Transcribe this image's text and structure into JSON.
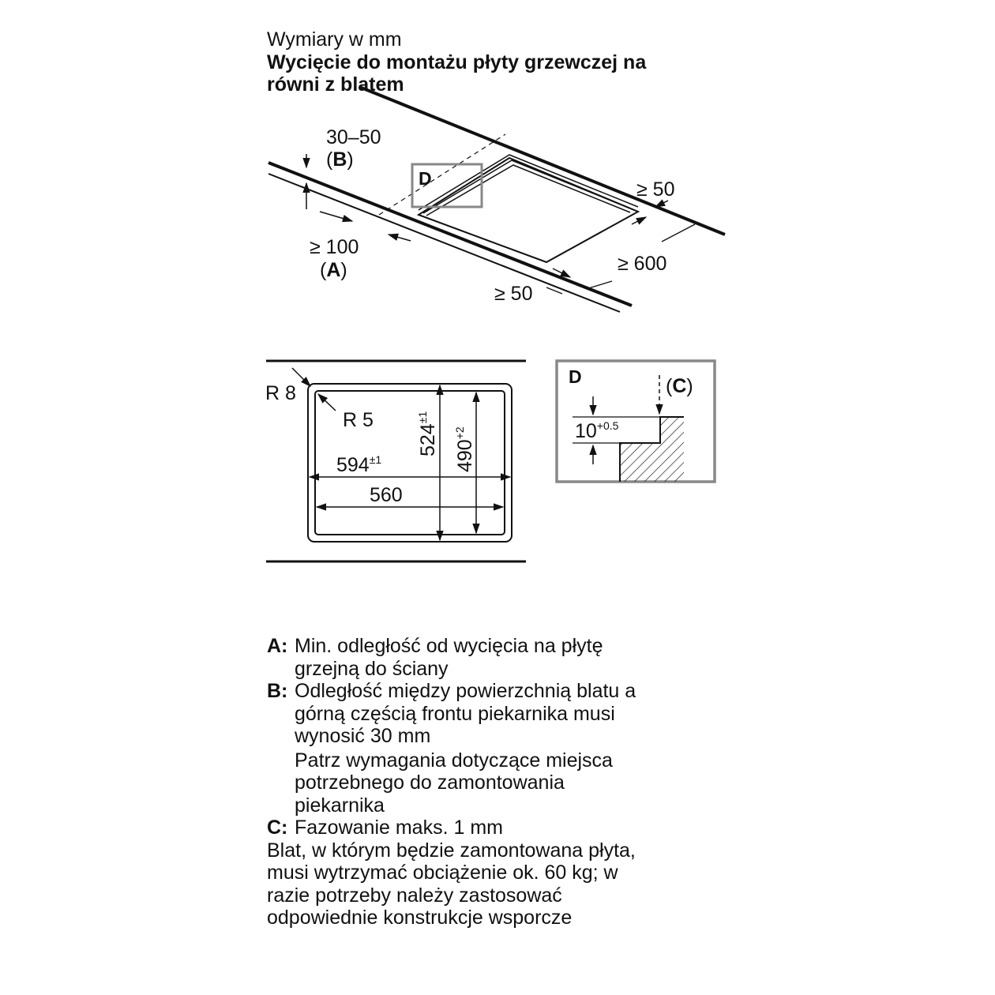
{
  "header": {
    "units_note": "Wymiary w mm",
    "title_line1": "Wycięcie do montażu płyty grzewczej na",
    "title_line2": "równi z blatem"
  },
  "top_view": {
    "dim_b_range": "30–50",
    "label_b_open": "(",
    "label_b_letter": "B",
    "label_b_close": ")",
    "detail_marker": "D",
    "dim_right_gap": "≥ 50",
    "dim_wall_gap": "≥ 100",
    "label_a_open": "(",
    "label_a_letter": "A",
    "label_a_close": ")",
    "dim_depth": "≥ 600",
    "dim_front_gap": "≥ 50"
  },
  "cutout_plan": {
    "outer_radius": "R 8",
    "inner_radius": "R 5",
    "outer_width": "594",
    "outer_width_tol": "±1",
    "inner_width": "560",
    "outer_depth": "524",
    "outer_depth_tol": "±1",
    "inner_depth": "490",
    "inner_depth_tol": "+2"
  },
  "detail_d": {
    "marker": "D",
    "label_c": "(C)",
    "rebate_depth": "10",
    "rebate_tol": "+0.5"
  },
  "legend": {
    "a_key": "A:",
    "a_line1": "Min. odległość od wycięcia na płytę",
    "a_line2": "grzejną do ściany",
    "b_key": "B:",
    "b_line1": "Odległość między powierzchnią blatu a",
    "b_line2": "górną częścią frontu piekarnika musi",
    "b_line3": "wynosić 30 mm",
    "b_line4": "Patrz wymagania dotyczące miejsca",
    "b_line5": "potrzebnego do zamontowania",
    "b_line6": "piekarnika",
    "c_key": "C:",
    "c_line1": "Fazowanie maks. 1 mm",
    "note_line1": "Blat, w którym będzie zamontowana płyta,",
    "note_line2": "musi wytrzymać obciążenie ok. 60 kg; w",
    "note_line3": "razie potrzeby należy zastosować",
    "note_line4": "odpowiednie konstrukcje wsporcze"
  },
  "colors": {
    "line": "#111111",
    "detail_frame": "#888888"
  }
}
